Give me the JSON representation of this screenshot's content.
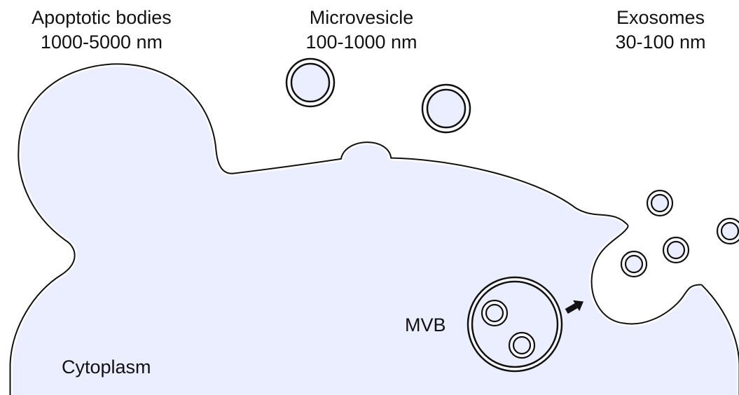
{
  "labels": {
    "apoptotic": {
      "line1": "Apoptotic bodies",
      "line2": "1000-5000 nm"
    },
    "microvesicle": {
      "line1": "Microvesicle",
      "line2": "100-1000 nm"
    },
    "exosomes": {
      "line1": "Exosomes",
      "line2": "30-100 nm"
    },
    "mvb": "MVB",
    "cytoplasm": "Cytoplasm"
  },
  "colors": {
    "fill": "#eaeeff",
    "stroke": "#111111",
    "background": "#ffffff"
  }
}
